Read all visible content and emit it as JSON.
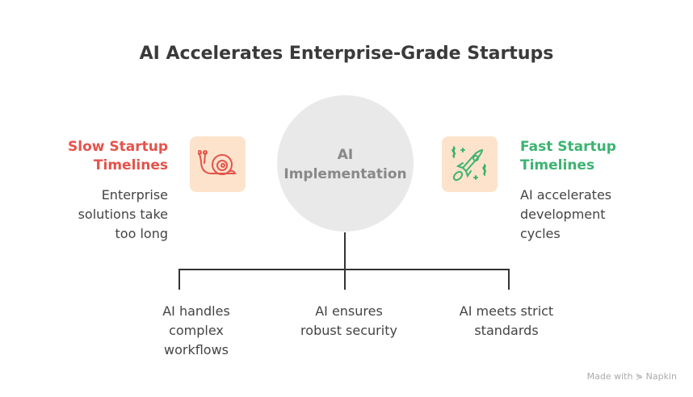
{
  "title": "AI Accelerates Enterprise-Grade Startups",
  "center": {
    "line1": "AI",
    "line2": "Implementation"
  },
  "left": {
    "heading1": "Slow Startup",
    "heading2": "Timelines",
    "body": [
      "Enterprise",
      "solutions take",
      "too long"
    ],
    "icon": "snail-icon",
    "color": "#e5534b"
  },
  "right": {
    "heading1": "Fast Startup",
    "heading2": "Timelines",
    "body": [
      "AI accelerates",
      "development",
      "cycles"
    ],
    "icon": "rocket-icon",
    "color": "#3cb371"
  },
  "branches": [
    {
      "lines": [
        "AI handles",
        "complex",
        "workflows"
      ]
    },
    {
      "lines": [
        "AI ensures",
        "robust security"
      ]
    },
    {
      "lines": [
        "AI meets strict",
        "standards"
      ]
    }
  ],
  "brand": "Made with ⋟ Napkin"
}
